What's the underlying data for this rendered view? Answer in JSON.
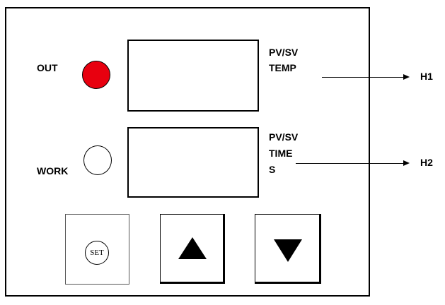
{
  "indicators": {
    "out_label": "OUT",
    "work_label": "WORK",
    "out_led_color": "#e8000f",
    "work_led_color": "#ffffff"
  },
  "display_top": {
    "line1": "PV/SV",
    "line2": "TEMP"
  },
  "display_bottom": {
    "line1": "PV/SV",
    "line2": "TIME",
    "line3": "S"
  },
  "callouts": {
    "h1": "H1",
    "h2": "H2"
  },
  "keys": {
    "set_label": "SET",
    "up_icon": "up-triangle",
    "down_icon": "down-triangle"
  }
}
